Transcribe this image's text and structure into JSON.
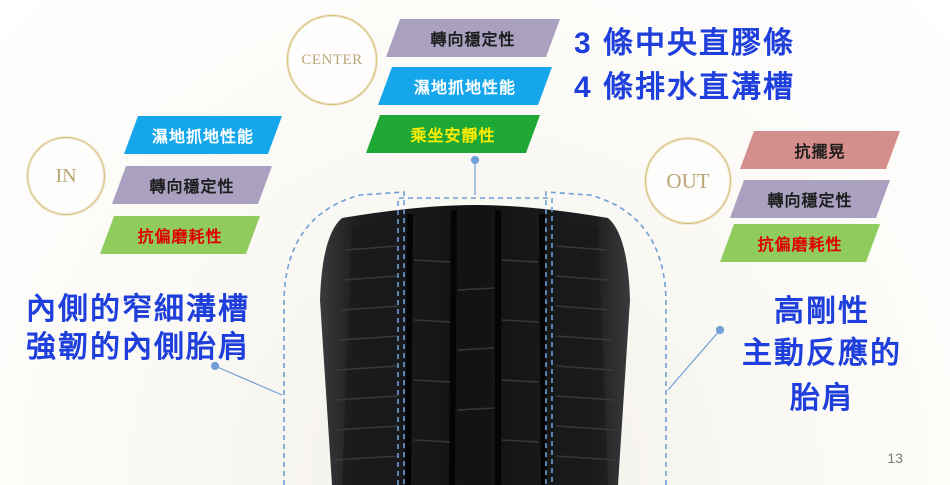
{
  "center": {
    "badge": "CENTER",
    "tags": [
      "轉向穩定性",
      "濕地抓地性能",
      "乘坐安靜性"
    ],
    "headline": [
      "3 條中央直膠條",
      "4 條排水直溝槽"
    ]
  },
  "inside": {
    "badge": "IN",
    "tags": [
      "濕地抓地性能",
      "轉向穩定性",
      "抗偏磨耗性"
    ],
    "headline": [
      "內側的窄細溝槽",
      "強韌的內側胎肩"
    ]
  },
  "outside": {
    "badge": "OUT",
    "tags": [
      "抗擺晃",
      "轉向穩定性",
      "抗偏磨耗性"
    ],
    "headline": [
      "高剛性",
      "主動反應的",
      "胎肩"
    ]
  },
  "page_number": "13",
  "colors": {
    "headline_blue": "#1f3fdc",
    "tag_purple": "#aaa1c0",
    "tag_blue": "#16a6ec",
    "tag_green": "#1fa836",
    "tag_lime": "#8fcb5d",
    "tag_rose": "#d48e8c",
    "badge_gold": "#d7bf7a"
  }
}
